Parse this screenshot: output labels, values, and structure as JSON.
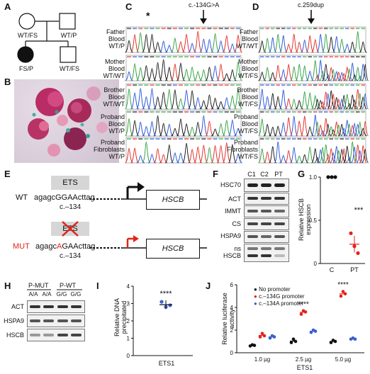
{
  "panels": {
    "A": "A",
    "B": "B",
    "C": "C",
    "D": "D",
    "E": "E",
    "F": "F",
    "G": "G",
    "H": "H",
    "I": "I",
    "J": "J"
  },
  "pedigree": {
    "father": "WT/P",
    "mother": "WT/FS",
    "proband": "FS/P",
    "brother": "WT/FS"
  },
  "chromC": {
    "title": "c.-134G>A",
    "star": "*",
    "rows": [
      {
        "line1": "Father",
        "line2": "Blood",
        "line3": "WT/P"
      },
      {
        "line1": "Mother",
        "line2": "Blood",
        "line3": "WT/WT"
      },
      {
        "line1": "Brother",
        "line2": "Blood",
        "line3": "WT/WT"
      },
      {
        "line1": "Proband",
        "line2": "Blood",
        "line3": "WT/P"
      },
      {
        "line1": "Proband",
        "line2": "Fibroblasts",
        "line3": "WT/P"
      }
    ]
  },
  "chromD": {
    "title": "c.259dup",
    "rows": [
      {
        "line1": "Father",
        "line2": "Blood",
        "line3": "WT/WT"
      },
      {
        "line1": "Mother",
        "line2": "Blood",
        "line3": "WT/FS"
      },
      {
        "line1": "Brother",
        "line2": "Blood",
        "line3": "WT/FS"
      },
      {
        "line1": "Proband",
        "line2": "Blood",
        "line3": "WT/FS"
      },
      {
        "line1": "Proband",
        "line2": "Fibroblasts",
        "line3": "WT/FS"
      }
    ]
  },
  "schematic": {
    "ets": "ETS",
    "wt_label": "WT",
    "wt_seq_a": "agagc",
    "wt_seq_b": "GGAA",
    "wt_seq_c": "cttag",
    "pos": "c.–134",
    "gene": "HSCB",
    "mut_label": "MUT",
    "mut_seq_a": "agagc",
    "mut_seq_b": "A",
    "mut_seq_c": "GAA",
    "mut_seq_d": "cttag"
  },
  "blotF": {
    "lanes": [
      "C1",
      "C2",
      "PT"
    ],
    "rows": [
      "HSC70",
      "ACT",
      "IMMT",
      "CS",
      "HSPA9"
    ],
    "last_row_a": "ns",
    "last_row_b": "HSCB"
  },
  "blotH": {
    "group1": "P-MUT",
    "group2": "P-WT",
    "lanes": [
      "A/A",
      "A/A",
      "G/G",
      "G/G"
    ],
    "rows": [
      "ACT",
      "HSPA9",
      "HSCB"
    ]
  },
  "stats": {
    "g": "***",
    "i": "****",
    "j1": "****",
    "j2": "****"
  },
  "chart_data": [
    {
      "type": "scatter",
      "panel": "G",
      "ylabel": "Relative HSCB expression",
      "categories": [
        "C",
        "PT"
      ],
      "points": [
        {
          "category": "C",
          "values": [
            1.0,
            1.0,
            1.0
          ]
        },
        {
          "category": "PT",
          "values": [
            0.35,
            0.2,
            0.12
          ]
        }
      ],
      "ylim": [
        0,
        1.0
      ],
      "yticks": [
        "0",
        "0.5",
        "1.0"
      ]
    },
    {
      "type": "scatter",
      "panel": "I",
      "ylabel": "Relative DNA precipitated",
      "xlabel": "ETS1",
      "values": [
        3.1,
        2.8,
        2.9
      ],
      "ylim": [
        0,
        4
      ],
      "yticks": [
        "0",
        "1",
        "2",
        "3",
        "4"
      ]
    },
    {
      "type": "scatter",
      "panel": "J",
      "ylabel": "Relative luciferase activity",
      "xlabel": "ETS1",
      "categories": [
        "1.0 µg",
        "2.5 µg",
        "5.0 µg"
      ],
      "series": [
        {
          "name": "No promoter",
          "color": "#111111",
          "values": [
            [
              0.6,
              0.7,
              0.65
            ],
            [
              0.9,
              1.2,
              1.0
            ],
            [
              0.9,
              1.1,
              1.0
            ]
          ]
        },
        {
          "name": "c.–134G promoter",
          "color": "#e2231a",
          "values": [
            [
              1.4,
              1.7,
              1.5
            ],
            [
              3.4,
              3.7,
              3.6
            ],
            [
              5.0,
              5.4,
              5.2
            ]
          ]
        },
        {
          "name": "c.–134A promoter",
          "color": "#3a5fcd",
          "values": [
            [
              1.3,
              1.5,
              1.4
            ],
            [
              1.8,
              2.0,
              1.9
            ],
            [
              1.2,
              1.3,
              1.2
            ]
          ]
        }
      ],
      "ylim": [
        0,
        6
      ],
      "yticks": [
        "0",
        "2",
        "4",
        "6"
      ]
    }
  ]
}
